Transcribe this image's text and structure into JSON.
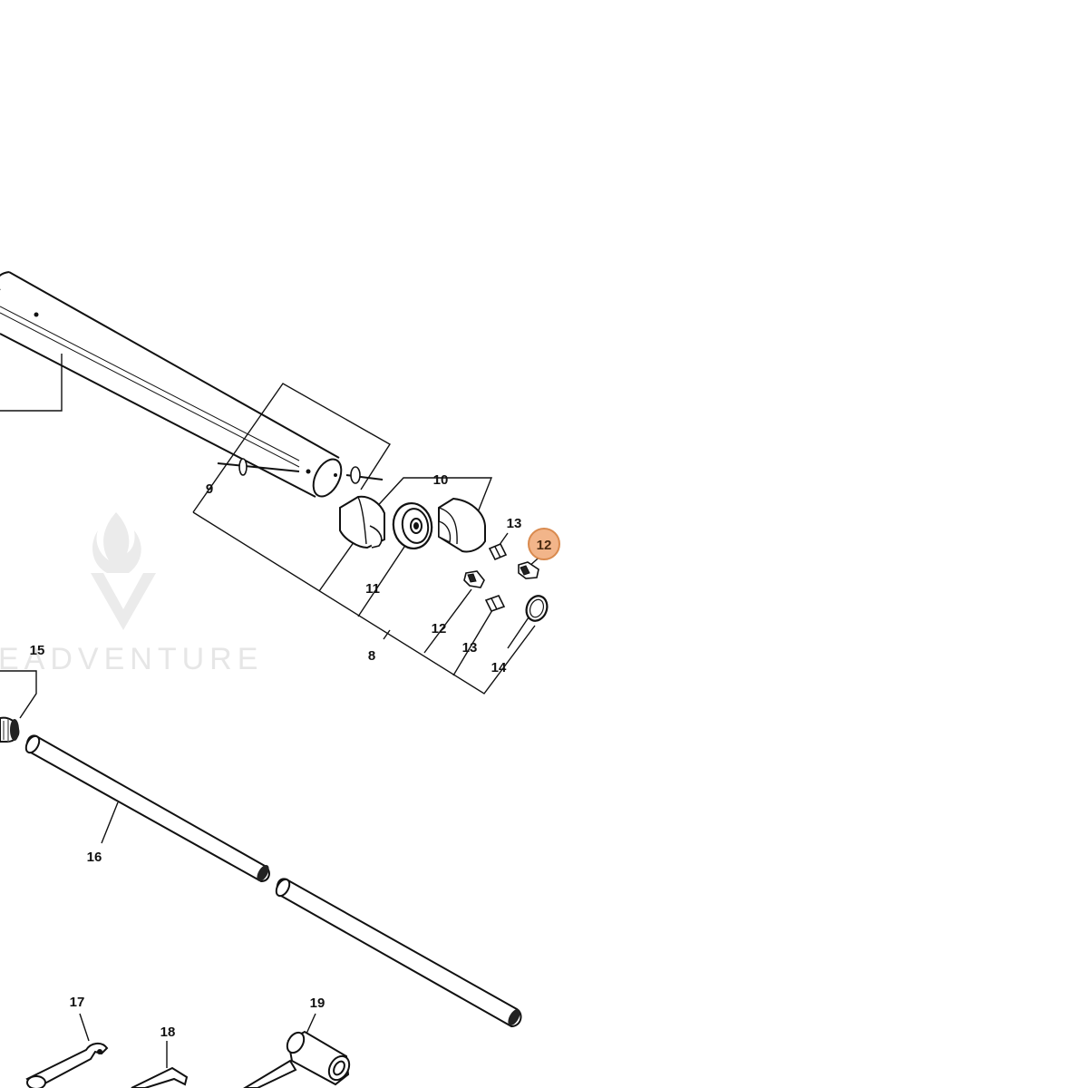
{
  "watermark": {
    "text": "EADVENTURE"
  },
  "highlight": {
    "label": "12",
    "fill": "#f2b58a",
    "stroke": "#d98a4e"
  },
  "labels": {
    "l8": "8",
    "l9": "9",
    "l10": "10",
    "l11": "11",
    "l12a": "12",
    "l13a": "13",
    "l12b": "12",
    "l13b": "13",
    "l14": "14",
    "l15": "15",
    "l16": "16",
    "l17": "17",
    "l18": "18",
    "l19": "19"
  }
}
